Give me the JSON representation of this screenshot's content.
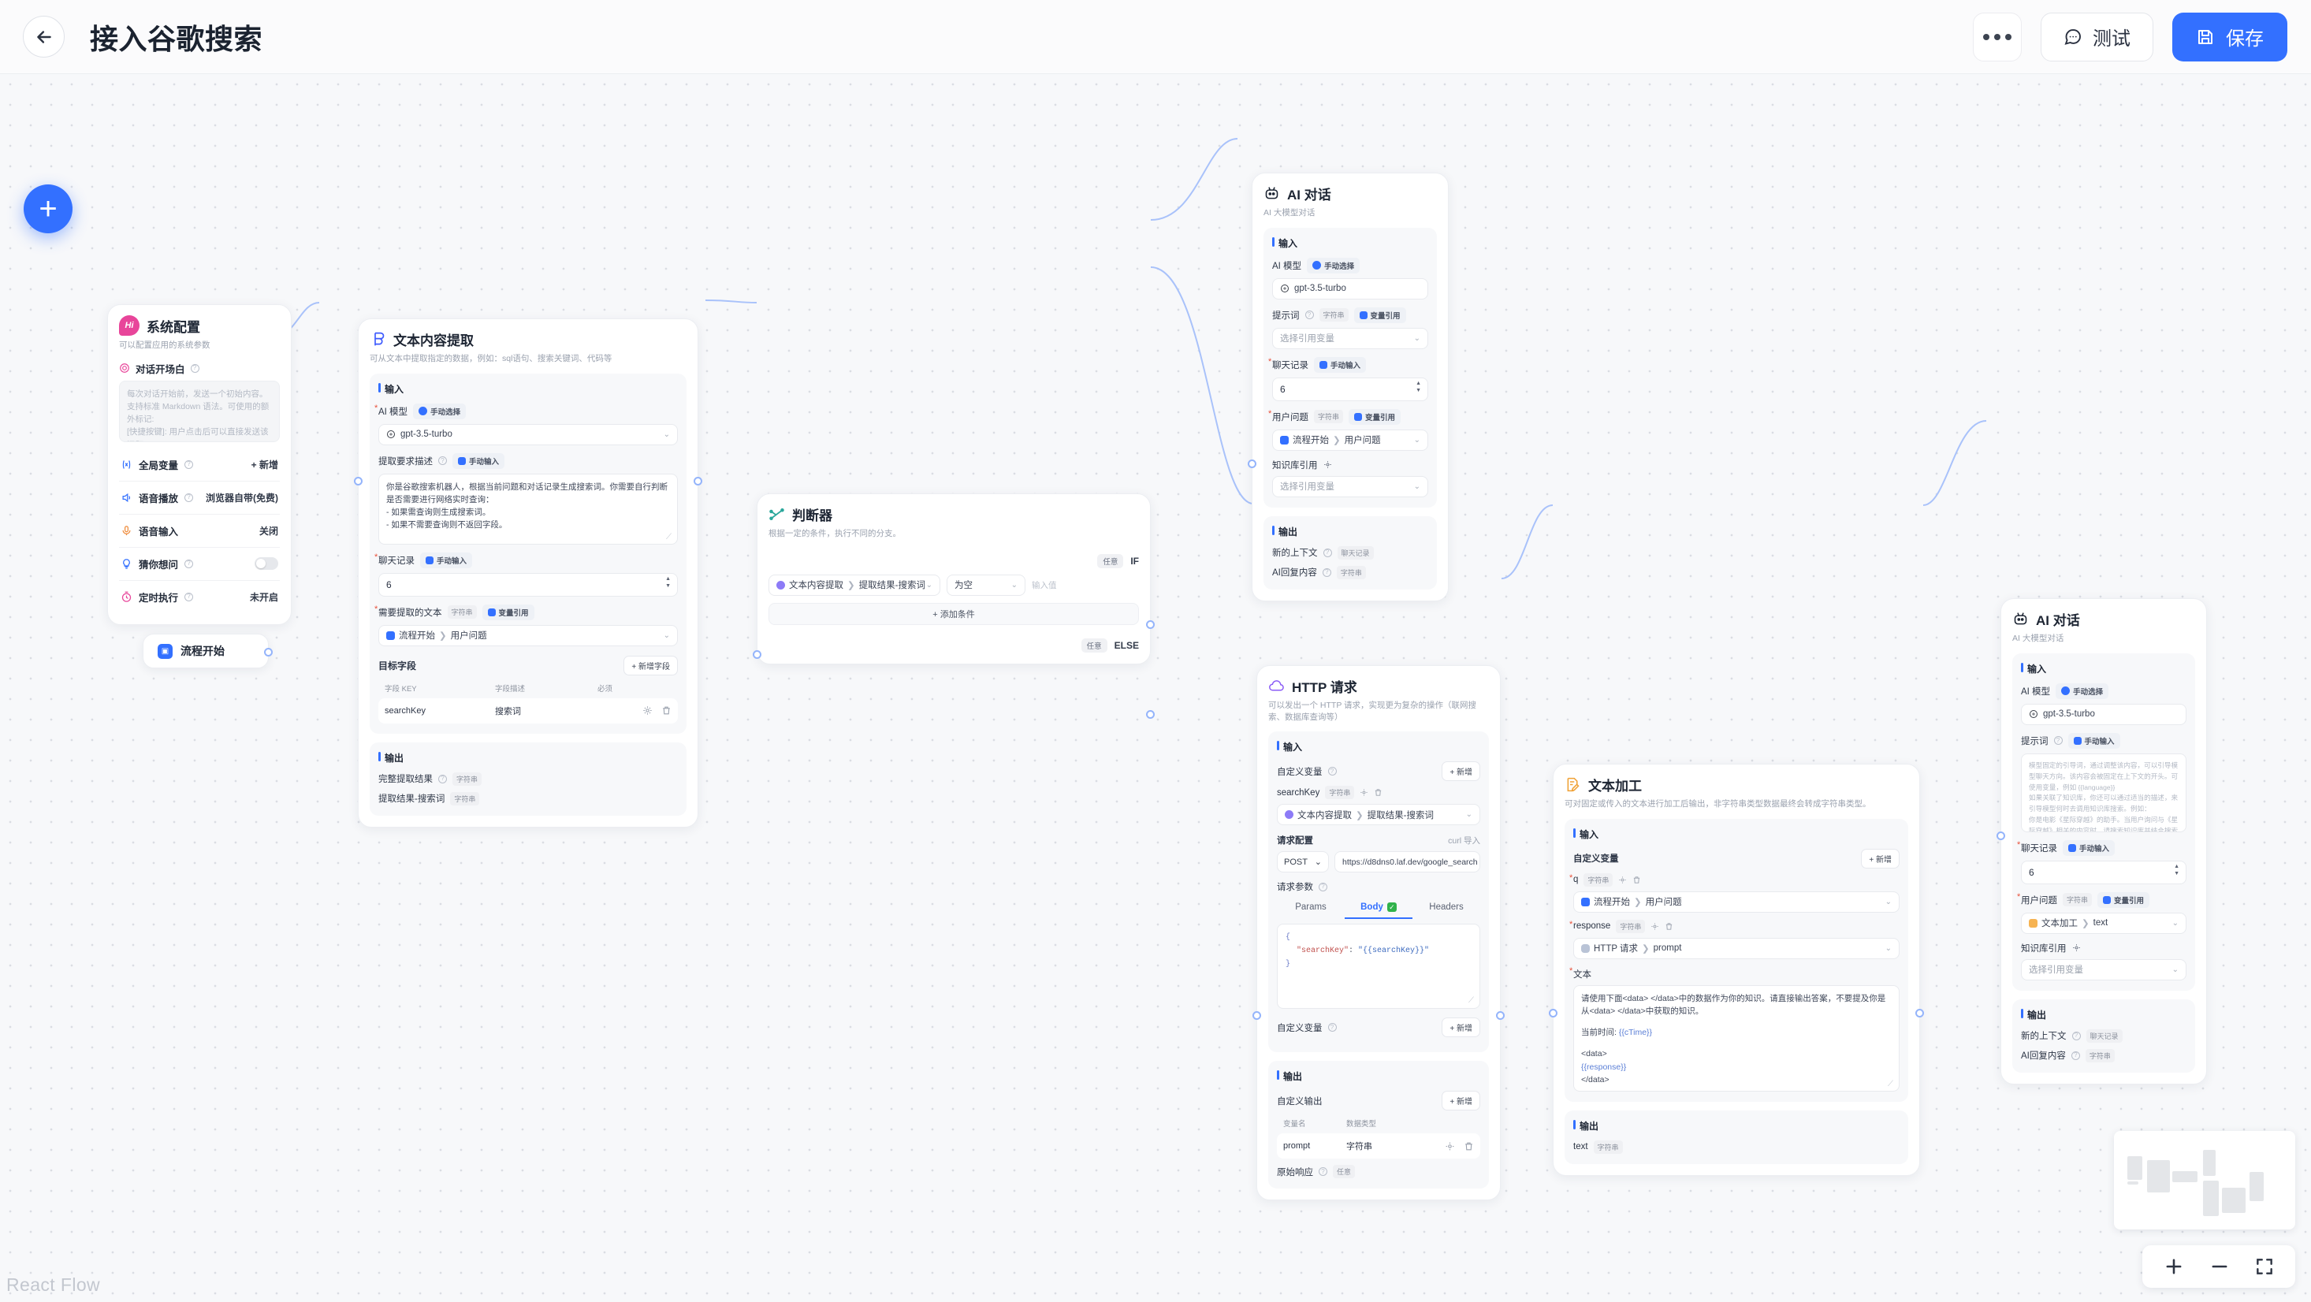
{
  "header": {
    "back_icon": "arrow-left-icon",
    "title": "接入谷歌搜索",
    "more_label": "···",
    "test_label": "测试",
    "save_label": "保存"
  },
  "canvas": {
    "add_node_label": "+",
    "attribution": "React Flow",
    "zoom_in_label": "+",
    "zoom_out_label": "−",
    "fit_view_label": "⛶"
  },
  "nodes": {
    "system_config": {
      "title": "系统配置",
      "desc": "可以配置应用的系统参数",
      "badge": "Hi",
      "opening": {
        "label": "对话开场白",
        "placeholder": "每次对话开始前，发送一个初始内容。支持标准 Markdown 语法。可使用的额外标记:\n[快捷按键]: 用户点击后可以直接发送该问题"
      },
      "rows": [
        {
          "label": "全局变量",
          "value": "+ 新增",
          "icon": "variable-icon"
        },
        {
          "label": "语音播放",
          "value": "浏览器自带(免费)",
          "icon": "speaker-icon"
        },
        {
          "label": "语音输入",
          "value": "关闭",
          "icon": "microphone-icon"
        },
        {
          "label": "猜你想问",
          "value": "",
          "icon": "bulb-icon"
        },
        {
          "label": "定时执行",
          "value": "未开启",
          "icon": "timer-icon"
        }
      ]
    },
    "start": {
      "title": "流程开始"
    },
    "text_extract": {
      "title": "文本内容提取",
      "desc": "可从文本中提取指定的数据，例如：sql语句、搜索关键词、代码等",
      "input_section": "输入",
      "model_label": "AI 模型",
      "model_mode": "手动选择",
      "model_value": "gpt-3.5-turbo",
      "prompt_label": "提取要求描述",
      "prompt_mode": "手动输入",
      "prompt_text": "你是谷歌搜索机器人，根据当前问题和对话记录生成搜索词。你需要自行判断是否需要进行网络实时查询：\n- 如果需查询则生成搜索词。\n- 如果不需要查询则不返回字段。",
      "history_label": "聊天记录",
      "history_mode": "手动输入",
      "history_value": "6",
      "source_label": "需要提取的文本",
      "source_type": "字符串",
      "source_mode": "变量引用",
      "source_ref_node": "流程开始",
      "source_ref_field": "用户问题",
      "fields_label": "目标字段",
      "add_field_label": "+ 新增字段",
      "table_headers": [
        "字段 KEY",
        "字段描述",
        "必须"
      ],
      "table_rows": [
        [
          "searchKey",
          "搜索词",
          ""
        ]
      ],
      "output_section": "输出",
      "outputs": [
        {
          "name": "完整提取结果",
          "type": "字符串"
        },
        {
          "name": "提取结果-搜索词",
          "type": "字符串"
        }
      ]
    },
    "judge": {
      "title": "判断器",
      "desc": "根据一定的条件，执行不同的分支。",
      "if_mode": "任意",
      "if_label": "IF",
      "cond_ref_node": "文本内容提取",
      "cond_ref_field": "提取结果-搜索词",
      "operator": "为空",
      "value_placeholder": "输入值",
      "add_condition": "+ 添加条件",
      "else_mode": "任意",
      "else_label": "ELSE"
    },
    "ai_chat_top": {
      "title": "AI 对话",
      "desc": "AI 大模型对话",
      "input_section": "输入",
      "model_label": "AI 模型",
      "model_mode": "手动选择",
      "model_value": "gpt-3.5-turbo",
      "prompt_label": "提示词",
      "prompt_type": "字符串",
      "prompt_mode": "变量引用",
      "prompt_placeholder": "选择引用变量",
      "history_label": "聊天记录",
      "history_mode": "手动输入",
      "history_value": "6",
      "question_label": "用户问题",
      "question_type": "字符串",
      "question_mode": "变量引用",
      "question_ref_node": "流程开始",
      "question_ref_field": "用户问题",
      "kb_label": "知识库引用",
      "kb_placeholder": "选择引用变量",
      "output_section": "输出",
      "outputs": [
        {
          "name": "新的上下文",
          "type": "聊天记录"
        },
        {
          "name": "AI回复内容",
          "type": "字符串"
        }
      ]
    },
    "http": {
      "title": "HTTP 请求",
      "desc": "可以发出一个 HTTP 请求，实现更为复杂的操作（联网搜索、数据库查询等）",
      "input_section": "输入",
      "custom_var_label": "自定义变量",
      "add_label": "+ 新增",
      "var_name": "searchKey",
      "var_type": "字符串",
      "var_ref_node": "文本内容提取",
      "var_ref_field": "提取结果-搜索词",
      "req_config_label": "请求配置",
      "curl_label": "curl 导入",
      "method": "POST",
      "url": "https://d8dns0.laf.dev/google_search",
      "req_params_label": "请求参数",
      "tabs": [
        "Params",
        "Body",
        "Headers"
      ],
      "active_tab": "Body",
      "body_key": "\"searchKey\"",
      "body_value": "\"{{searchKey}}\"",
      "custom_var_label2": "自定义变量",
      "add_label2": "+ 新增",
      "output_section": "输出",
      "custom_out_label": "自定义输出",
      "add_out_label": "+ 新增",
      "out_headers": [
        "变量名",
        "数据类型"
      ],
      "out_rows": [
        [
          "prompt",
          "字符串"
        ]
      ],
      "raw_response_label": "原始响应",
      "raw_response_type": "任意"
    },
    "text_process": {
      "title": "文本加工",
      "desc": "可对固定或传入的文本进行加工后输出，非字符串类型数据最终会转成字符串类型。",
      "input_section": "输入",
      "custom_var_label": "自定义变量",
      "add_label": "+ 新增",
      "var1_name": "q",
      "var1_type": "字符串",
      "var1_ref_node": "流程开始",
      "var1_ref_field": "用户问题",
      "var2_name": "response",
      "var2_type": "字符串",
      "var2_ref_node": "HTTP 请求",
      "var2_ref_field": "prompt",
      "text_label": "文本",
      "text_line1": "请使用下面<data> </data>中的数据作为你的知识。请直接输出答案，不要提及你是从<data> </data>中获取的知识。",
      "text_line2": "当前时间:",
      "text_ctime": "{{cTime}}",
      "text_data_open": "<data>",
      "text_response": "{{response}}",
      "text_data_close": "</data>",
      "output_section": "输出",
      "out_name": "text",
      "out_type": "字符串"
    },
    "ai_chat_right": {
      "title": "AI 对话",
      "desc": "AI 大模型对话",
      "input_section": "输入",
      "model_label": "AI 模型",
      "model_mode": "手动选择",
      "model_value": "gpt-3.5-turbo",
      "prompt_label": "提示词",
      "prompt_mode": "手动输入",
      "prompt_placeholder": "模型固定的引导词，通过调整该内容，可以引导模型聊天方向。该内容会被固定在上下文的开头。可使用变量，例如 {{language}}\n如果关联了知识库，你还可以通过适当的描述，来引导模型何时去调用知识库搜索。例如：\n你是电影《星际穿越》的助手。当用户询问与《星际穿越》相关的内容时，请搜索知识库并结合搜索结果进行回答。",
      "history_label": "聊天记录",
      "history_mode": "手动输入",
      "history_value": "6",
      "question_label": "用户问题",
      "question_type": "字符串",
      "question_mode": "变量引用",
      "question_ref_node": "文本加工",
      "question_ref_field": "text",
      "kb_label": "知识库引用",
      "kb_placeholder": "选择引用变量",
      "output_section": "输出",
      "outputs": [
        {
          "name": "新的上下文",
          "type": "聊天记录"
        },
        {
          "name": "AI回复内容",
          "type": "字符串"
        }
      ]
    }
  },
  "colors": {
    "accent": "#3370ff",
    "bg": "#f7f8fa",
    "ok": "#30b24a",
    "required": "#e8503a"
  }
}
